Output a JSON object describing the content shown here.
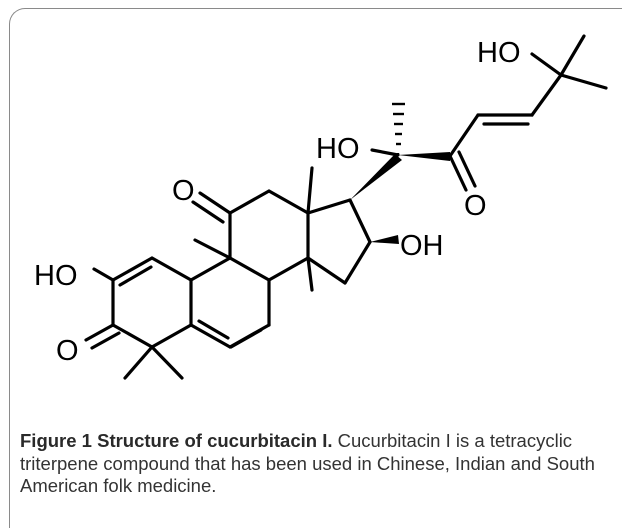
{
  "figure": {
    "atom_labels": {
      "ho_top": "HO",
      "ho_mid": "HO",
      "o_ketone_side": "O",
      "o_ring_c11": "O",
      "oh_c16": "OH",
      "ho_c2": "HO",
      "o_c3": "O"
    },
    "caption": {
      "label": "Figure 1 Structure of cucurbitacin I.",
      "text": "Cucurbitacin I is a tetracyclic triterpene compound that has been used in Chinese, Indian and South American folk medicine."
    }
  }
}
